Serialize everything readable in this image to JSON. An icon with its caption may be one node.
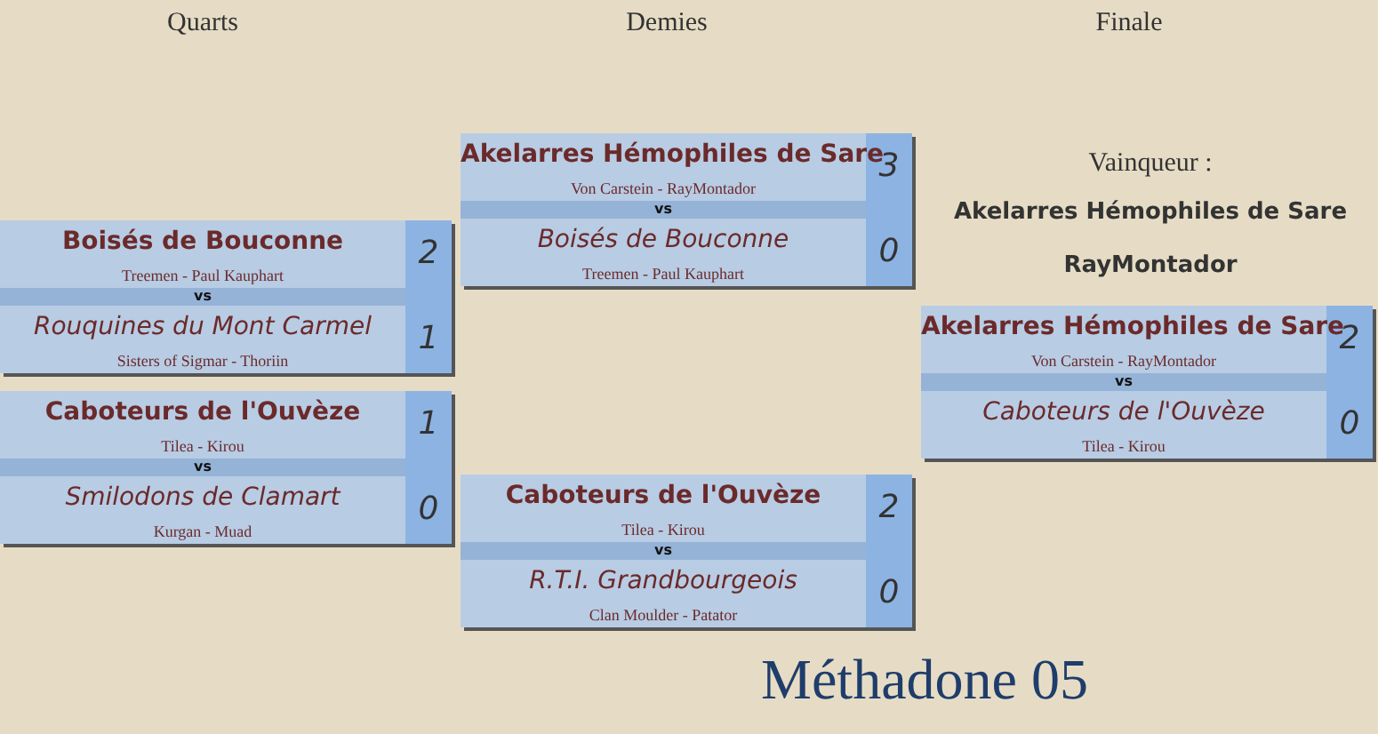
{
  "diagram": {
    "title": "Méthadone 05",
    "nodes": [
      {
        "text": [
          "vs"
        ]
      },
      {
        "text": [
          "Boisés de Bouconne",
          "Treemen - Paul Kauphart",
          "2"
        ],
        "in": 0
      },
      {
        "text": [
          "Rouquines du Mont Carmel",
          "Sisters of Sigmar - Thoriin",
          "1"
        ],
        "in": 0
      },
      {
        "text": [
          "vs"
        ]
      },
      {
        "text": [
          "Caboteurs de l'Ouvèze",
          "Tilea - Kirou",
          "1"
        ],
        "in": 3
      },
      {
        "text": [
          "Smilodons de Clamart",
          "Kurgan - Muad",
          "0"
        ],
        "in": 3
      },
      {
        "text": [
          "vs"
        ]
      },
      {
        "text": [
          "Akelarres Hémophiles de Sare",
          "Von Carstein - RayMontador",
          "3"
        ],
        "in": 6
      },
      {
        "text": [
          "Boisés de Bouconne",
          "Treemen - Paul Kauphart",
          "0"
        ],
        "in": 6
      },
      {
        "text": [
          "vs"
        ]
      },
      {
        "text": [
          "Caboteurs de l'Ouvèze",
          "Tilea - Kirou",
          "2"
        ],
        "in": 9
      },
      {
        "text": [
          "R.T.I. Grandbourgeois",
          "Clan Moulder - Patator",
          "0"
        ],
        "in": 9
      },
      {
        "text": [
          "vs"
        ]
      },
      {
        "text": [
          "Akelarres Hémophiles de Sare",
          "Von Carstein - RayMontador",
          "2"
        ],
        "in": 12
      },
      {
        "text": [
          "Caboteurs de l'Ouvèze",
          "Tilea - Kirou",
          "0"
        ],
        "in": 12
      }
    ],
    "labels": [
      "Quarts",
      "Demies",
      "Finale",
      "Vainqueur :",
      "Akelarres Hémophiles de Sare",
      "RayMontador"
    ]
  }
}
